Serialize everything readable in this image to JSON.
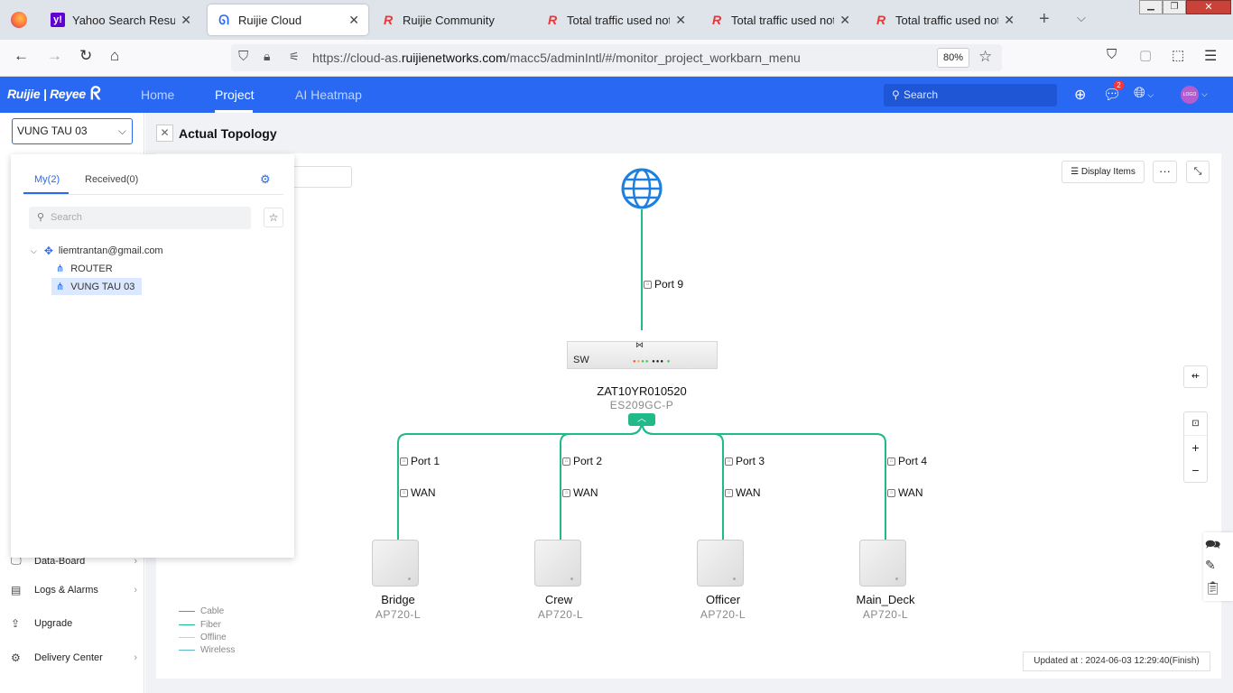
{
  "browser": {
    "tabs": [
      {
        "title": "Yahoo Search Results Ya",
        "icon": "yahoo-icon",
        "color": "#6001d2"
      },
      {
        "title": "Ruijie Cloud",
        "icon": "ruijie-cloud-icon",
        "color": "#2868f2"
      },
      {
        "title": "Ruijie Community",
        "icon": "ruijie-r-icon",
        "color": "#e03a3a"
      },
      {
        "title": "Total traffic used not m",
        "icon": "ruijie-r-icon",
        "color": "#e03a3a"
      },
      {
        "title": "Total traffic used not m",
        "icon": "ruijie-r-icon",
        "color": "#e03a3a"
      },
      {
        "title": "Total traffic used not m",
        "icon": "ruijie-r-icon",
        "color": "#e03a3a"
      }
    ],
    "url_prefix": "https://cloud-as.",
    "url_domain": "ruijienetworks.com",
    "url_suffix": "/macc5/adminIntl/#/monitor_project_workbarn_menu",
    "zoom": "80%"
  },
  "app": {
    "logo": "Ruijie | Reyee",
    "menu": {
      "home": "Home",
      "project": "Project",
      "heatmap": "AI Heatmap"
    },
    "search_placeholder": "Search",
    "notifications": "2",
    "avatar": "LOGO"
  },
  "sidebar": {
    "project": "VUNG TAU 03",
    "items": [
      {
        "label": "Data-Board",
        "icon": "monitor-icon"
      },
      {
        "label": "Logs & Alarms",
        "icon": "logs-icon"
      },
      {
        "label": "Upgrade",
        "icon": "upgrade-icon"
      },
      {
        "label": "Delivery Center",
        "icon": "delivery-icon"
      }
    ]
  },
  "dropdown": {
    "tab_my": "My(2)",
    "tab_received": "Received(0)",
    "search_placeholder": "Search",
    "account": "liemtrantan@gmail.com",
    "projects": [
      "ROUTER",
      "VUNG TAU 03"
    ]
  },
  "page": {
    "title": "Actual Topology",
    "display_items": "Display Items",
    "more": "···",
    "updated": "Updated at : 2024-06-03 12:29:40(Finish)"
  },
  "topology": {
    "uplink_port": "Port 9",
    "switch": {
      "label": "SW",
      "name": "ZAT10YR010520",
      "model": "ES209GC-P"
    },
    "aps": [
      {
        "name": "Bridge",
        "model": "AP720-L",
        "port": "Port 1",
        "wan": "WAN"
      },
      {
        "name": "Crew",
        "model": "AP720-L",
        "port": "Port 2",
        "wan": "WAN"
      },
      {
        "name": "Officer",
        "model": "AP720-L",
        "port": "Port 3",
        "wan": "WAN"
      },
      {
        "name": "Main_Deck",
        "model": "AP720-L",
        "port": "Port 4",
        "wan": "WAN"
      }
    ],
    "legend": [
      {
        "label": "Cable",
        "color": "#1fb98a"
      },
      {
        "label": "Fiber",
        "color": "#1fb98a"
      },
      {
        "label": "Offline",
        "color": "#cccccc"
      },
      {
        "label": "Wireless",
        "color": "#5fb8c8"
      }
    ],
    "link_color": "#1fb98a"
  }
}
